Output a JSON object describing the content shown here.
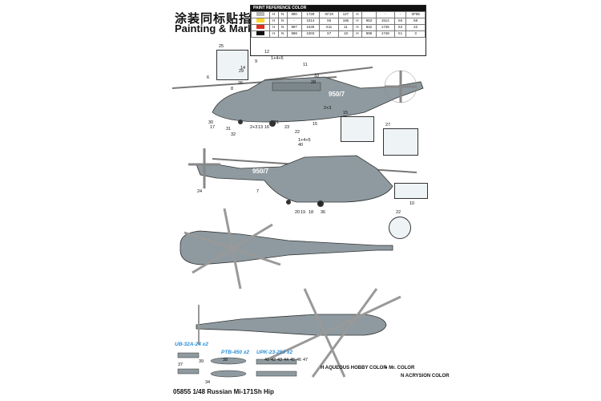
{
  "header": {
    "title_cn": "涂装同标贴指示",
    "title_en": "Painting & Marking guide"
  },
  "ref_table": {
    "title": "PAINT REFERENCE COLOR",
    "rows": [
      {
        "color": "#b8b8b8",
        "c1": "H",
        "c2": "",
        "c3": "N",
        "c4": "990",
        "c5": "1728",
        "c6": "XF19",
        "c7": "127",
        "c8": "H",
        "c9": "",
        "c10": "",
        "c11": "",
        "c12": "-",
        "c13": "-",
        "c14": "XF85"
      },
      {
        "color": "#ffd52a",
        "c1": "H",
        "c2": "",
        "c3": "N",
        "c4": "-",
        "c5": "1514",
        "c6": "X6",
        "c7": "186",
        "c8": "H",
        "c9": "",
        "c10": "",
        "c11": "953",
        "c12": "1514",
        "c13": "X6",
        "c14": "68"
      },
      {
        "color": "#e03020",
        "c1": "H",
        "c2": "",
        "c3": "N",
        "c4": "997",
        "c5": "1549",
        "c6": "X11",
        "c7": "11",
        "c8": "H",
        "c9": "",
        "c10": "",
        "c11": "842",
        "c12": "1745",
        "c13": "X2",
        "c14": "22"
      },
      {
        "color": "#111111",
        "c1": "H",
        "c2": "",
        "c3": "N",
        "c4": "998",
        "c5": "1503",
        "c6": "X7",
        "c7": "19",
        "c8": "H",
        "c9": "",
        "c10": "",
        "c11": "998",
        "c12": "1748",
        "c13": "X1",
        "c14": "3"
      }
    ]
  },
  "insets": {
    "top_left": {
      "label_top": "25",
      "label_bottom": "26"
    },
    "right_mid": {
      "label": "15"
    },
    "right_window": {
      "label": "27"
    },
    "right_hatch": {
      "label": "10"
    },
    "right_circle": {
      "label": "22"
    }
  },
  "side_view_1": {
    "serial": "950/7"
  },
  "side_view_2": {
    "serial": "950/7"
  },
  "callouts": [
    {
      "text": "12"
    },
    {
      "text": "1+4+5"
    },
    {
      "text": "9"
    },
    {
      "text": "14"
    },
    {
      "text": "11"
    },
    {
      "text": "6"
    },
    {
      "text": "8"
    },
    {
      "text": "30"
    },
    {
      "text": "17"
    },
    {
      "text": "31"
    },
    {
      "text": "32"
    },
    {
      "text": "2+3"
    },
    {
      "text": "13"
    },
    {
      "text": "16"
    },
    {
      "text": "23"
    },
    {
      "text": "22"
    },
    {
      "text": "21"
    },
    {
      "text": "15"
    },
    {
      "text": "33"
    },
    {
      "text": "28"
    },
    {
      "text": "29"
    },
    {
      "text": "40"
    },
    {
      "text": "20"
    },
    {
      "text": "19"
    },
    {
      "text": "18"
    },
    {
      "text": "35"
    },
    {
      "text": "36"
    },
    {
      "text": "7"
    },
    {
      "text": "24"
    },
    {
      "text": "37"
    },
    {
      "text": "38"
    },
    {
      "text": "39"
    },
    {
      "text": "34"
    },
    {
      "text": "41"
    },
    {
      "text": "42"
    },
    {
      "text": "43"
    },
    {
      "text": "44"
    },
    {
      "text": "45"
    },
    {
      "text": "46"
    },
    {
      "text": "47"
    },
    {
      "text": "1+4+5"
    },
    {
      "text": "2+3"
    }
  ],
  "weapon_labels": {
    "ub": "UB-32A-24 x2",
    "ptb": "PTB-450 x2",
    "upk": "UPK-23-250 x2"
  },
  "legend": {
    "aqueous": "AQUEOUS HOBBY COLOR",
    "mr": "Mr. COLOR",
    "acrysion": "ACRYSION COLOR"
  },
  "footer": {
    "product": "05855 1/48  Russian Mi-171Sh Hip"
  }
}
